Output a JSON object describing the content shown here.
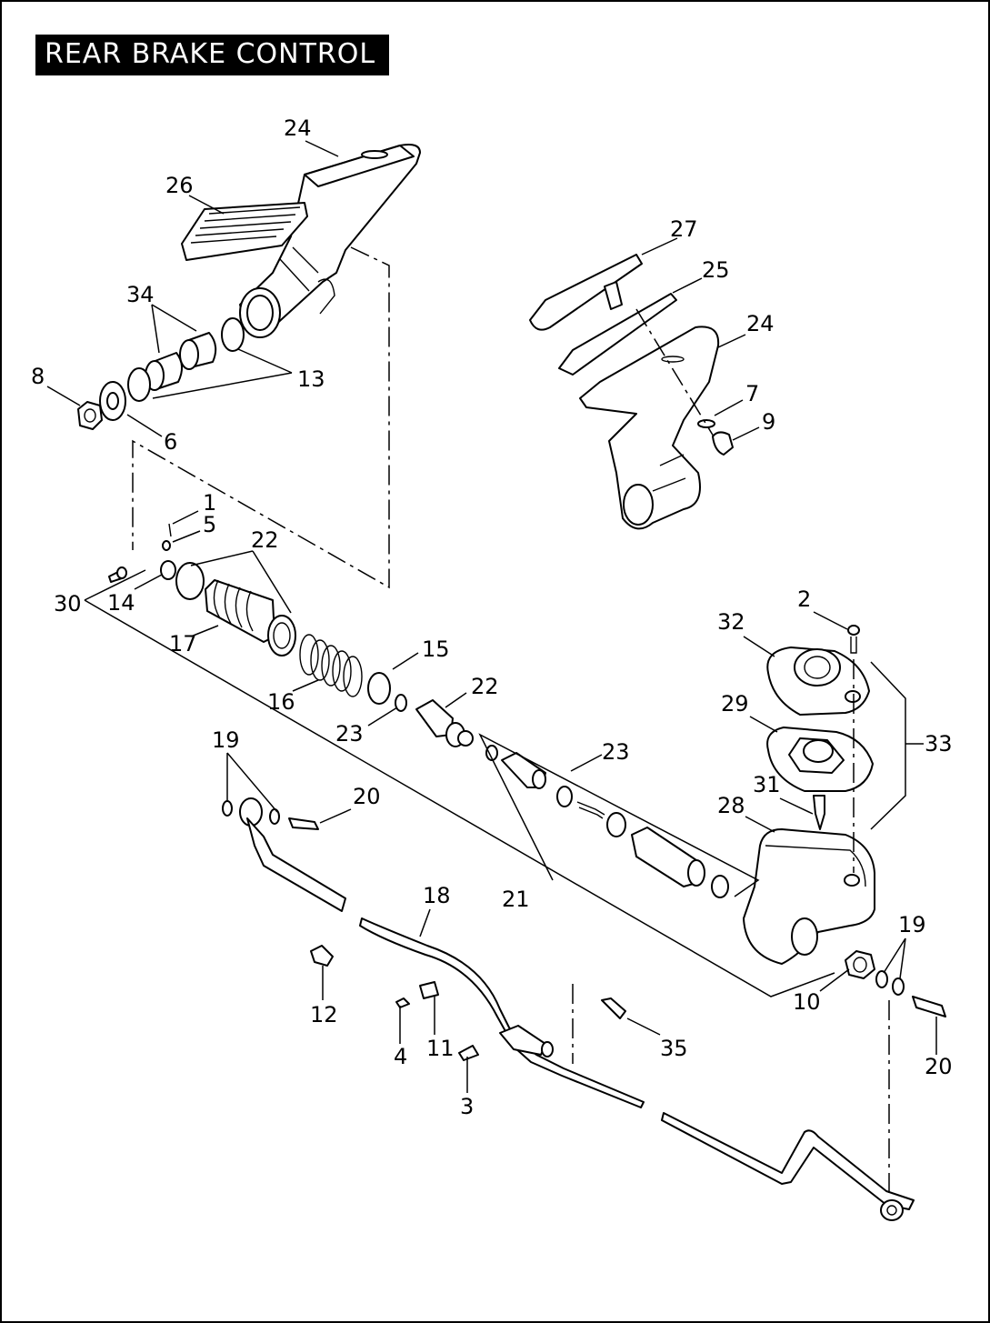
{
  "title": "REAR BRAKE CONTROL",
  "callouts": [
    "24",
    "26",
    "34",
    "13",
    "8",
    "6",
    "27",
    "25",
    "24",
    "7",
    "9",
    "1",
    "5",
    "22",
    "30",
    "14",
    "17",
    "16",
    "15",
    "22",
    "23",
    "23",
    "2",
    "32",
    "29",
    "33",
    "31",
    "28",
    "19",
    "20",
    "21",
    "18",
    "12",
    "4",
    "11",
    "3",
    "35",
    "10",
    "19",
    "20"
  ]
}
